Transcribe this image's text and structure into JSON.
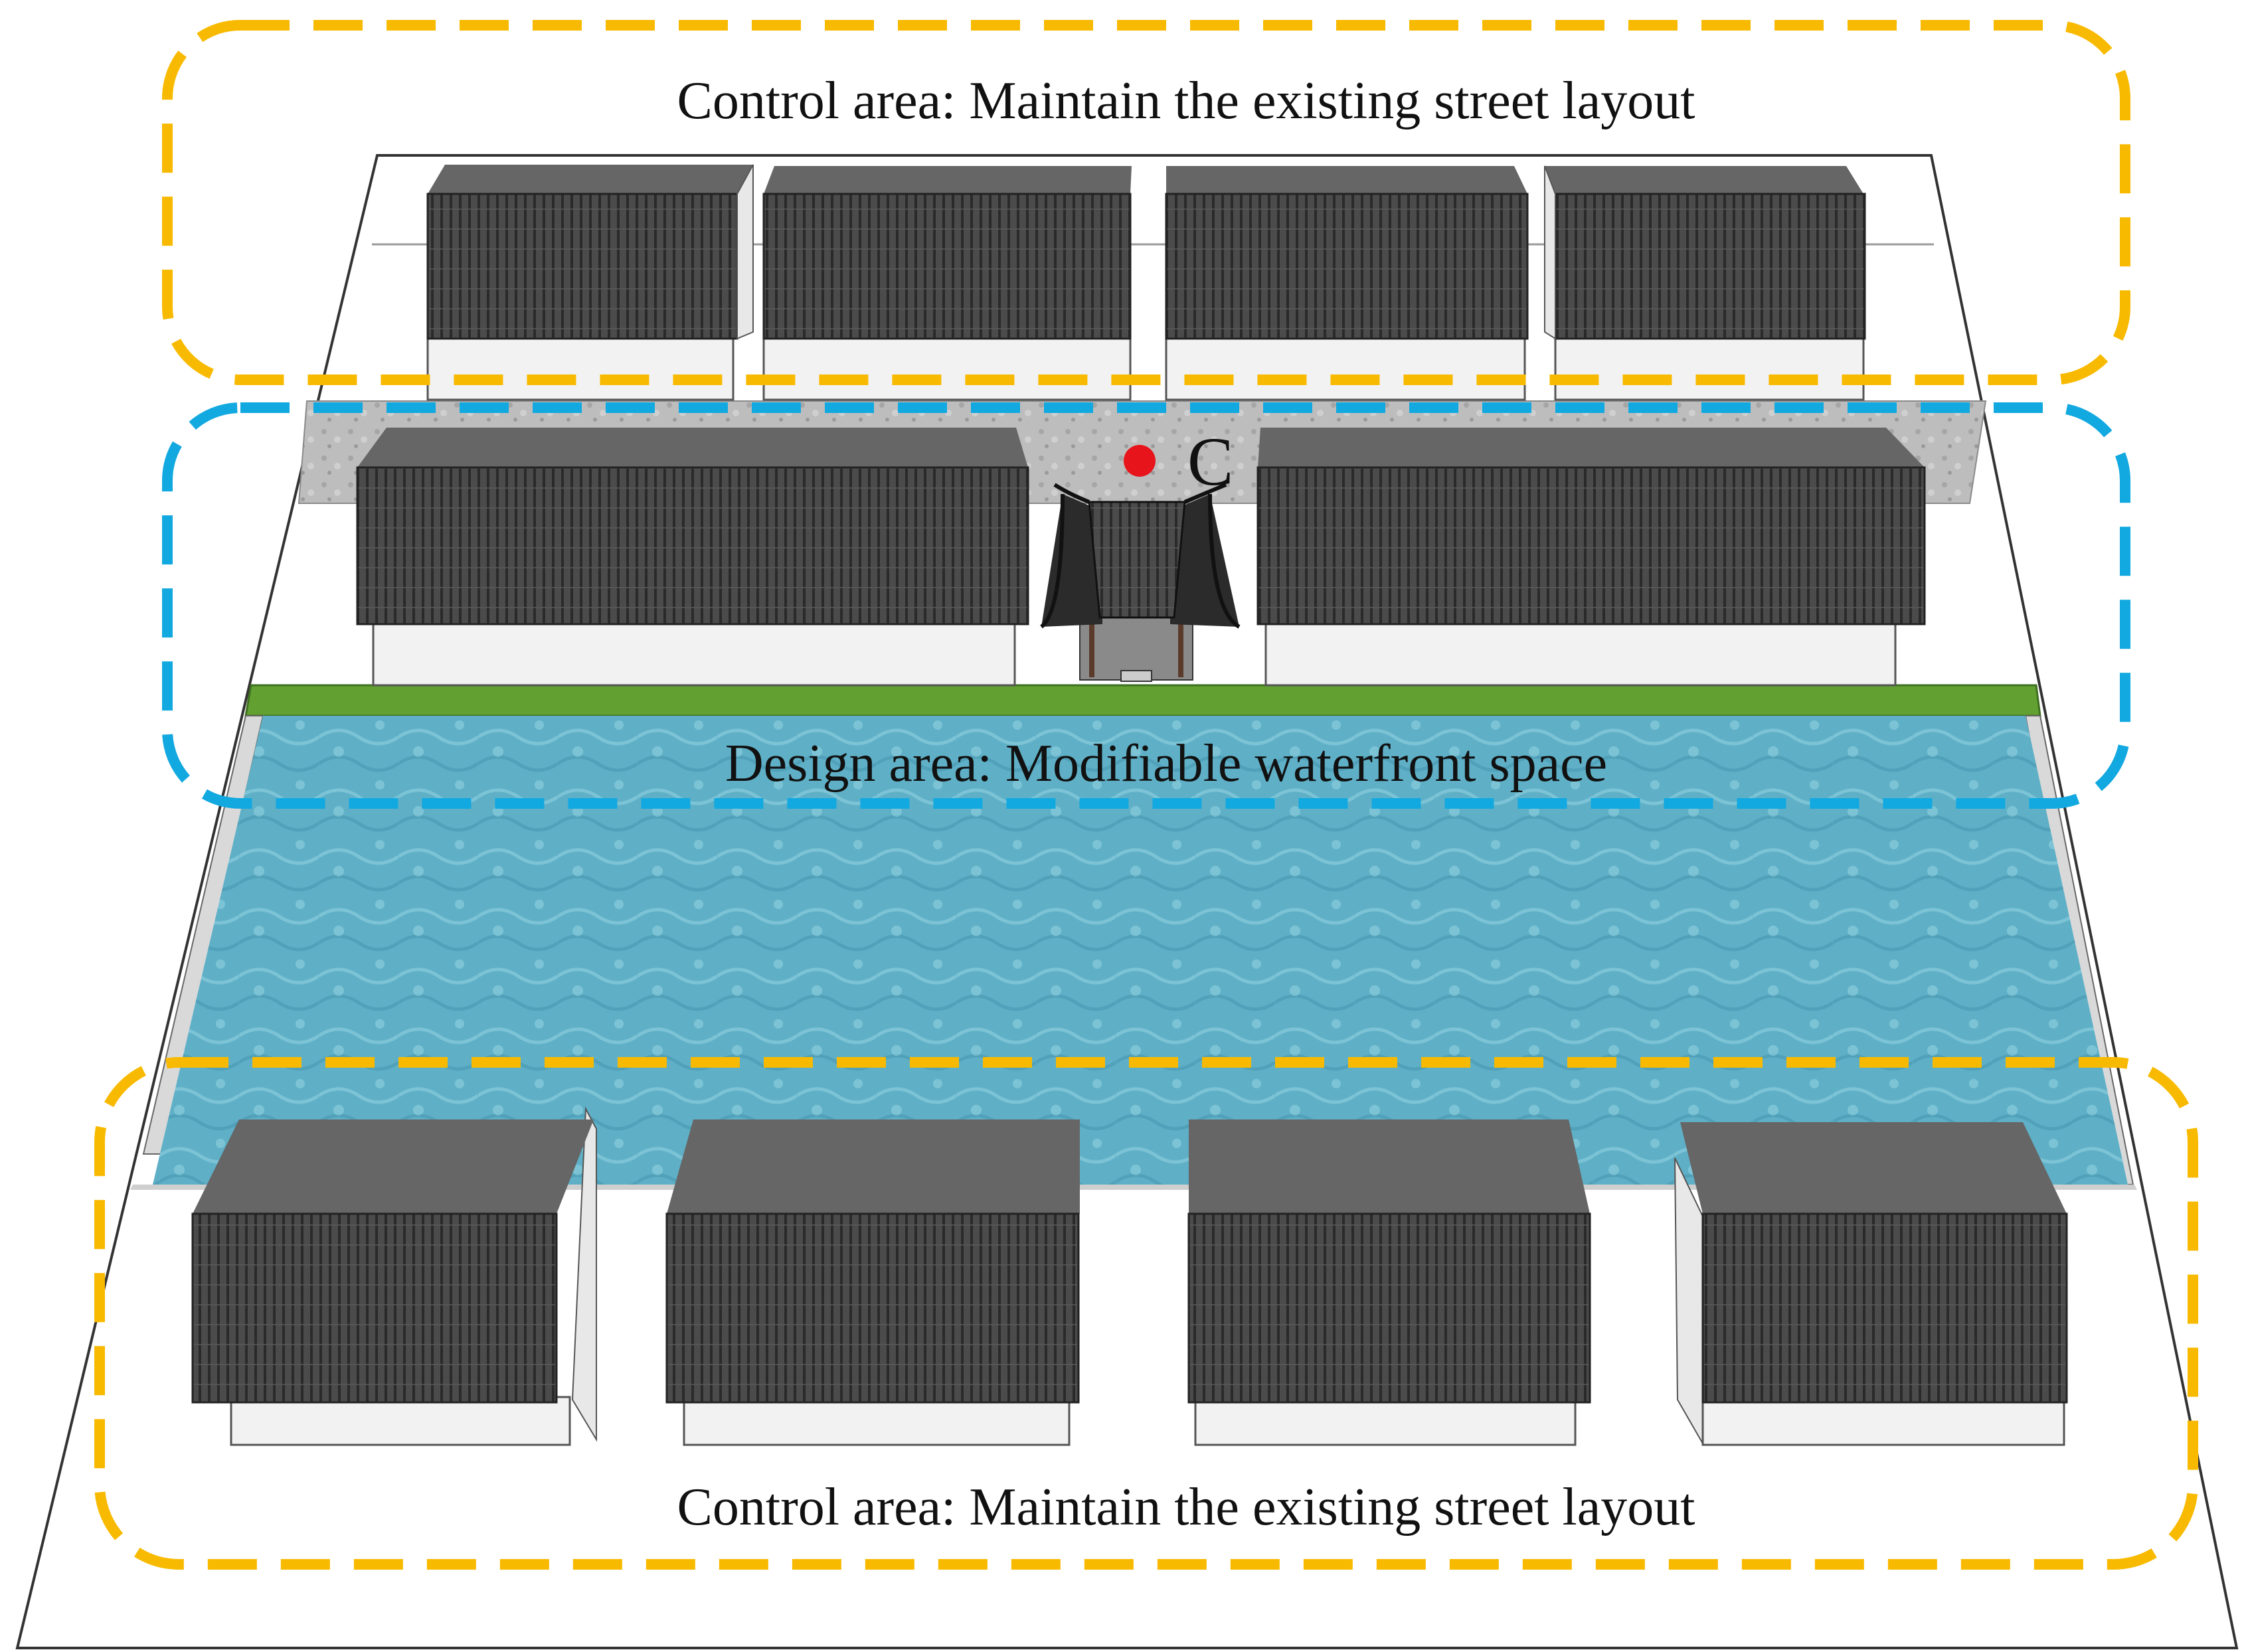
{
  "labels": {
    "top_control": "Control area: Maintain the existing street layout",
    "design": "Design area: Modifiable waterfront space",
    "bottom_control": "Control area: Maintain the existing street layout",
    "marker": "C"
  },
  "colors": {
    "control_outline": "#F8BA00",
    "design_outline": "#12A8E0",
    "water": "#5FAFC6",
    "grass": "#62A032",
    "pavement": "#BDBDBD",
    "roof": "#4A4A4A",
    "wall": "#EFEFEF",
    "marker": "#E8141C"
  },
  "icons": {
    "marker": "red-dot-icon",
    "pavilion": "pavilion-icon"
  }
}
